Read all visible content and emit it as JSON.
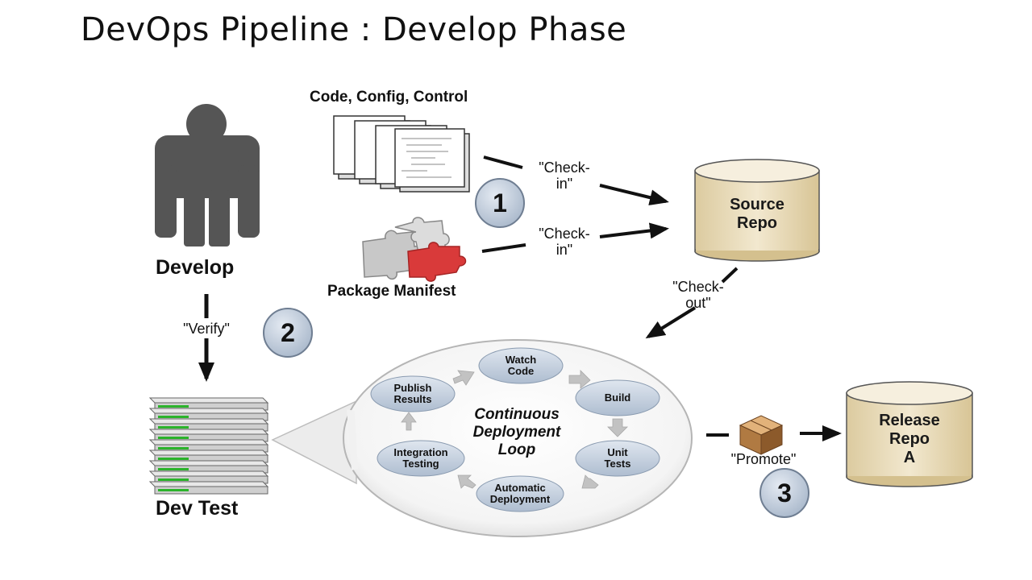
{
  "title": "DevOps Pipeline : Develop Phase",
  "labels": {
    "code_config_control": "Code, Config, Control",
    "package_manifest": "Package Manifest",
    "develop": "Develop",
    "dev_test": "Dev Test",
    "source_repo_line1": "Source",
    "source_repo_line2": "Repo",
    "release_repo_line1": "Release",
    "release_repo_line2": "Repo",
    "release_repo_line3": "A"
  },
  "arrows": {
    "checkin_1_line1": "\"Check-",
    "checkin_1_line2": "in\"",
    "checkin_2_line1": "\"Check-",
    "checkin_2_line2": "in\"",
    "checkout_line1": "\"Check-",
    "checkout_line2": "out\"",
    "verify": "\"Verify\"",
    "promote": "\"Promote\""
  },
  "steps": [
    "1",
    "2",
    "3"
  ],
  "loop": {
    "title_line1": "Continuous",
    "title_line2": "Deployment",
    "title_line3": "Loop",
    "nodes": [
      {
        "line1": "Watch",
        "line2": "Code"
      },
      {
        "line1": "Build",
        "line2": ""
      },
      {
        "line1": "Unit",
        "line2": "Tests"
      },
      {
        "line1": "Automatic",
        "line2": "Deployment"
      },
      {
        "line1": "Integration",
        "line2": "Testing"
      },
      {
        "line1": "Publish",
        "line2": "Results"
      }
    ]
  },
  "colors": {
    "person": "#555555",
    "cylinder_top": "#f6efde",
    "cylinder_body": "#e6d6b0",
    "node_fill": "#c9d4e3",
    "step_circle": "#c7d3e3",
    "puzzle_red": "#d93a3a",
    "puzzle_grey": "#c8c8c8"
  }
}
